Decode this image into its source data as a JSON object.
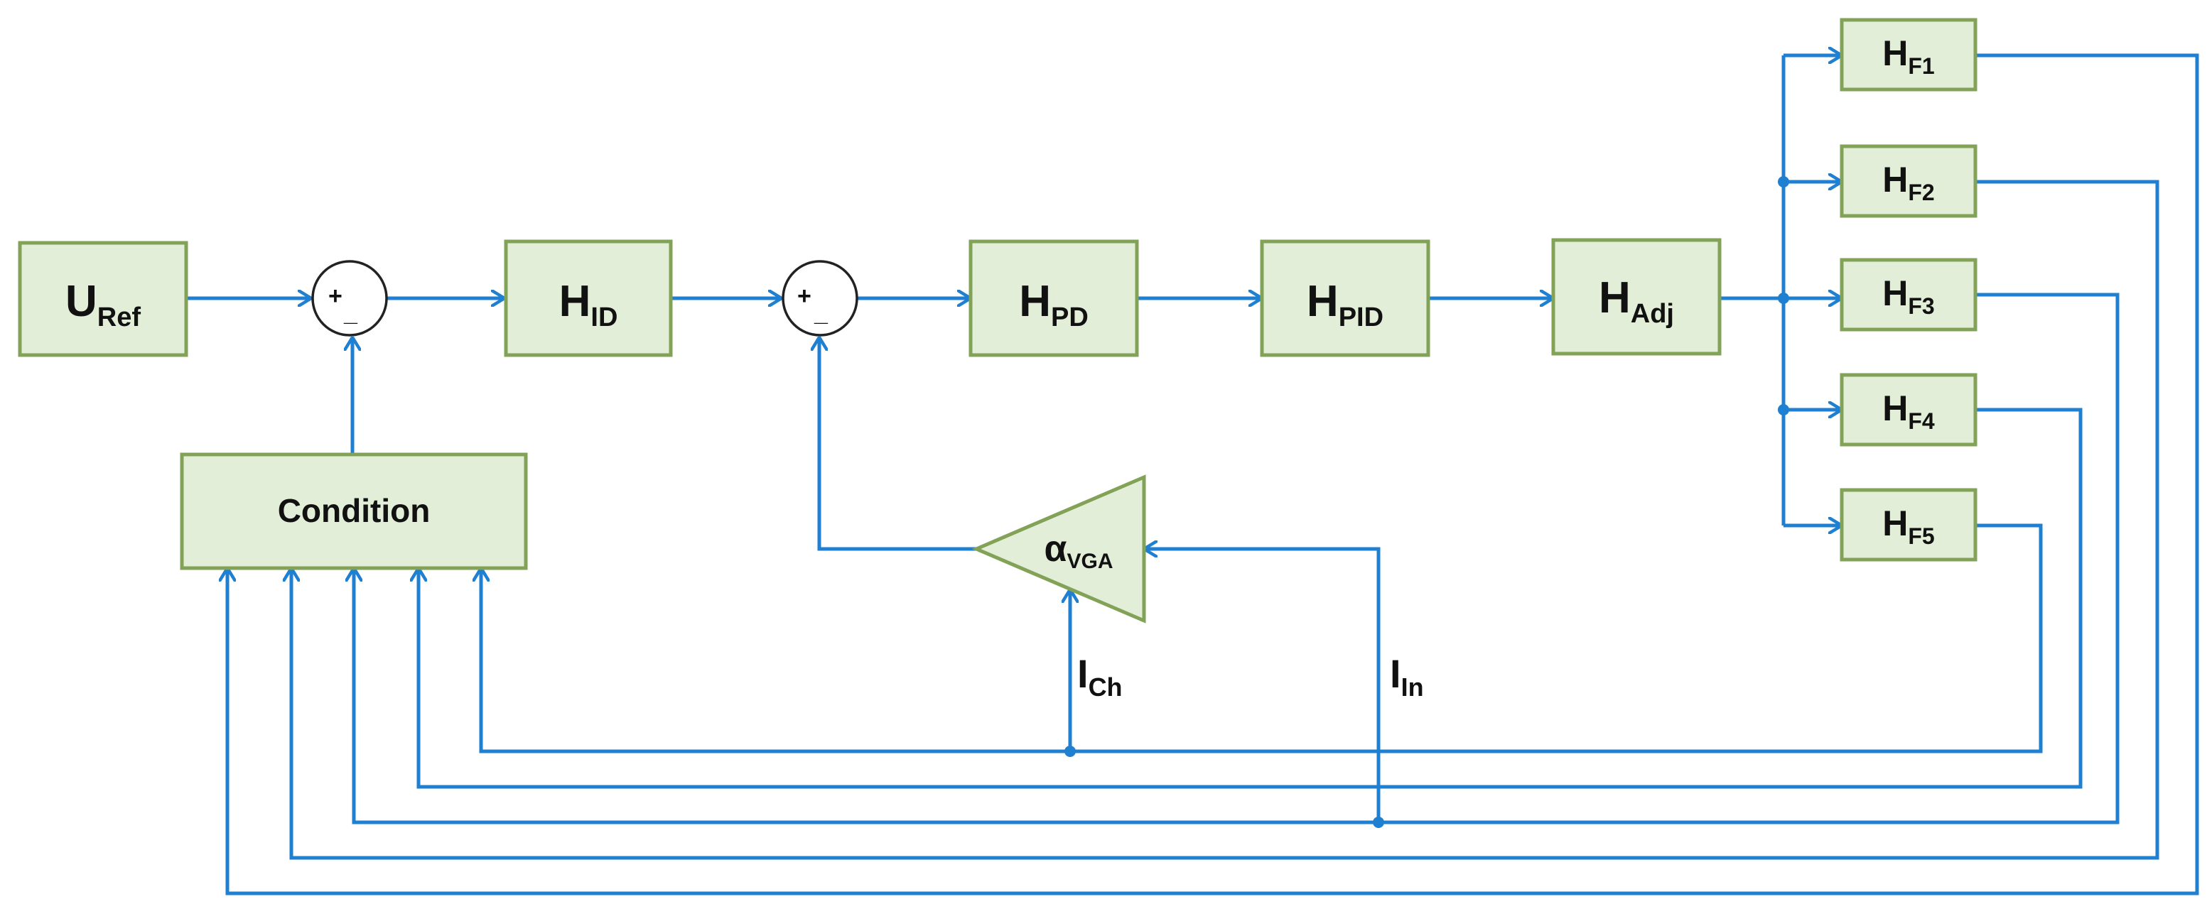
{
  "blocks": {
    "u_ref": {
      "main": "U",
      "sub": "Ref"
    },
    "h_id": {
      "main": "H",
      "sub": "ID"
    },
    "h_pd": {
      "main": "H",
      "sub": "PD"
    },
    "h_pid": {
      "main": "H",
      "sub": "PID"
    },
    "h_adj": {
      "main": "H",
      "sub": "Adj"
    },
    "h_f1": {
      "main": "H",
      "sub": "F1"
    },
    "h_f2": {
      "main": "H",
      "sub": "F2"
    },
    "h_f3": {
      "main": "H",
      "sub": "F3"
    },
    "h_f4": {
      "main": "H",
      "sub": "F4"
    },
    "h_f5": {
      "main": "H",
      "sub": "F5"
    },
    "condition": "Condition",
    "vga": {
      "main": "α",
      "sub": "VGA"
    }
  },
  "summing_junctions": {
    "sum1": {
      "plus": "+",
      "minus": "_"
    },
    "sum2": {
      "plus": "+",
      "minus": "_"
    }
  },
  "signals": {
    "i_ch": {
      "main": "I",
      "sub": "Ch"
    },
    "i_in": {
      "main": "I",
      "sub": "In"
    }
  },
  "colors": {
    "block_fill": "#e3eed8",
    "block_border": "#82a257",
    "wire": "#1f7fd0"
  }
}
